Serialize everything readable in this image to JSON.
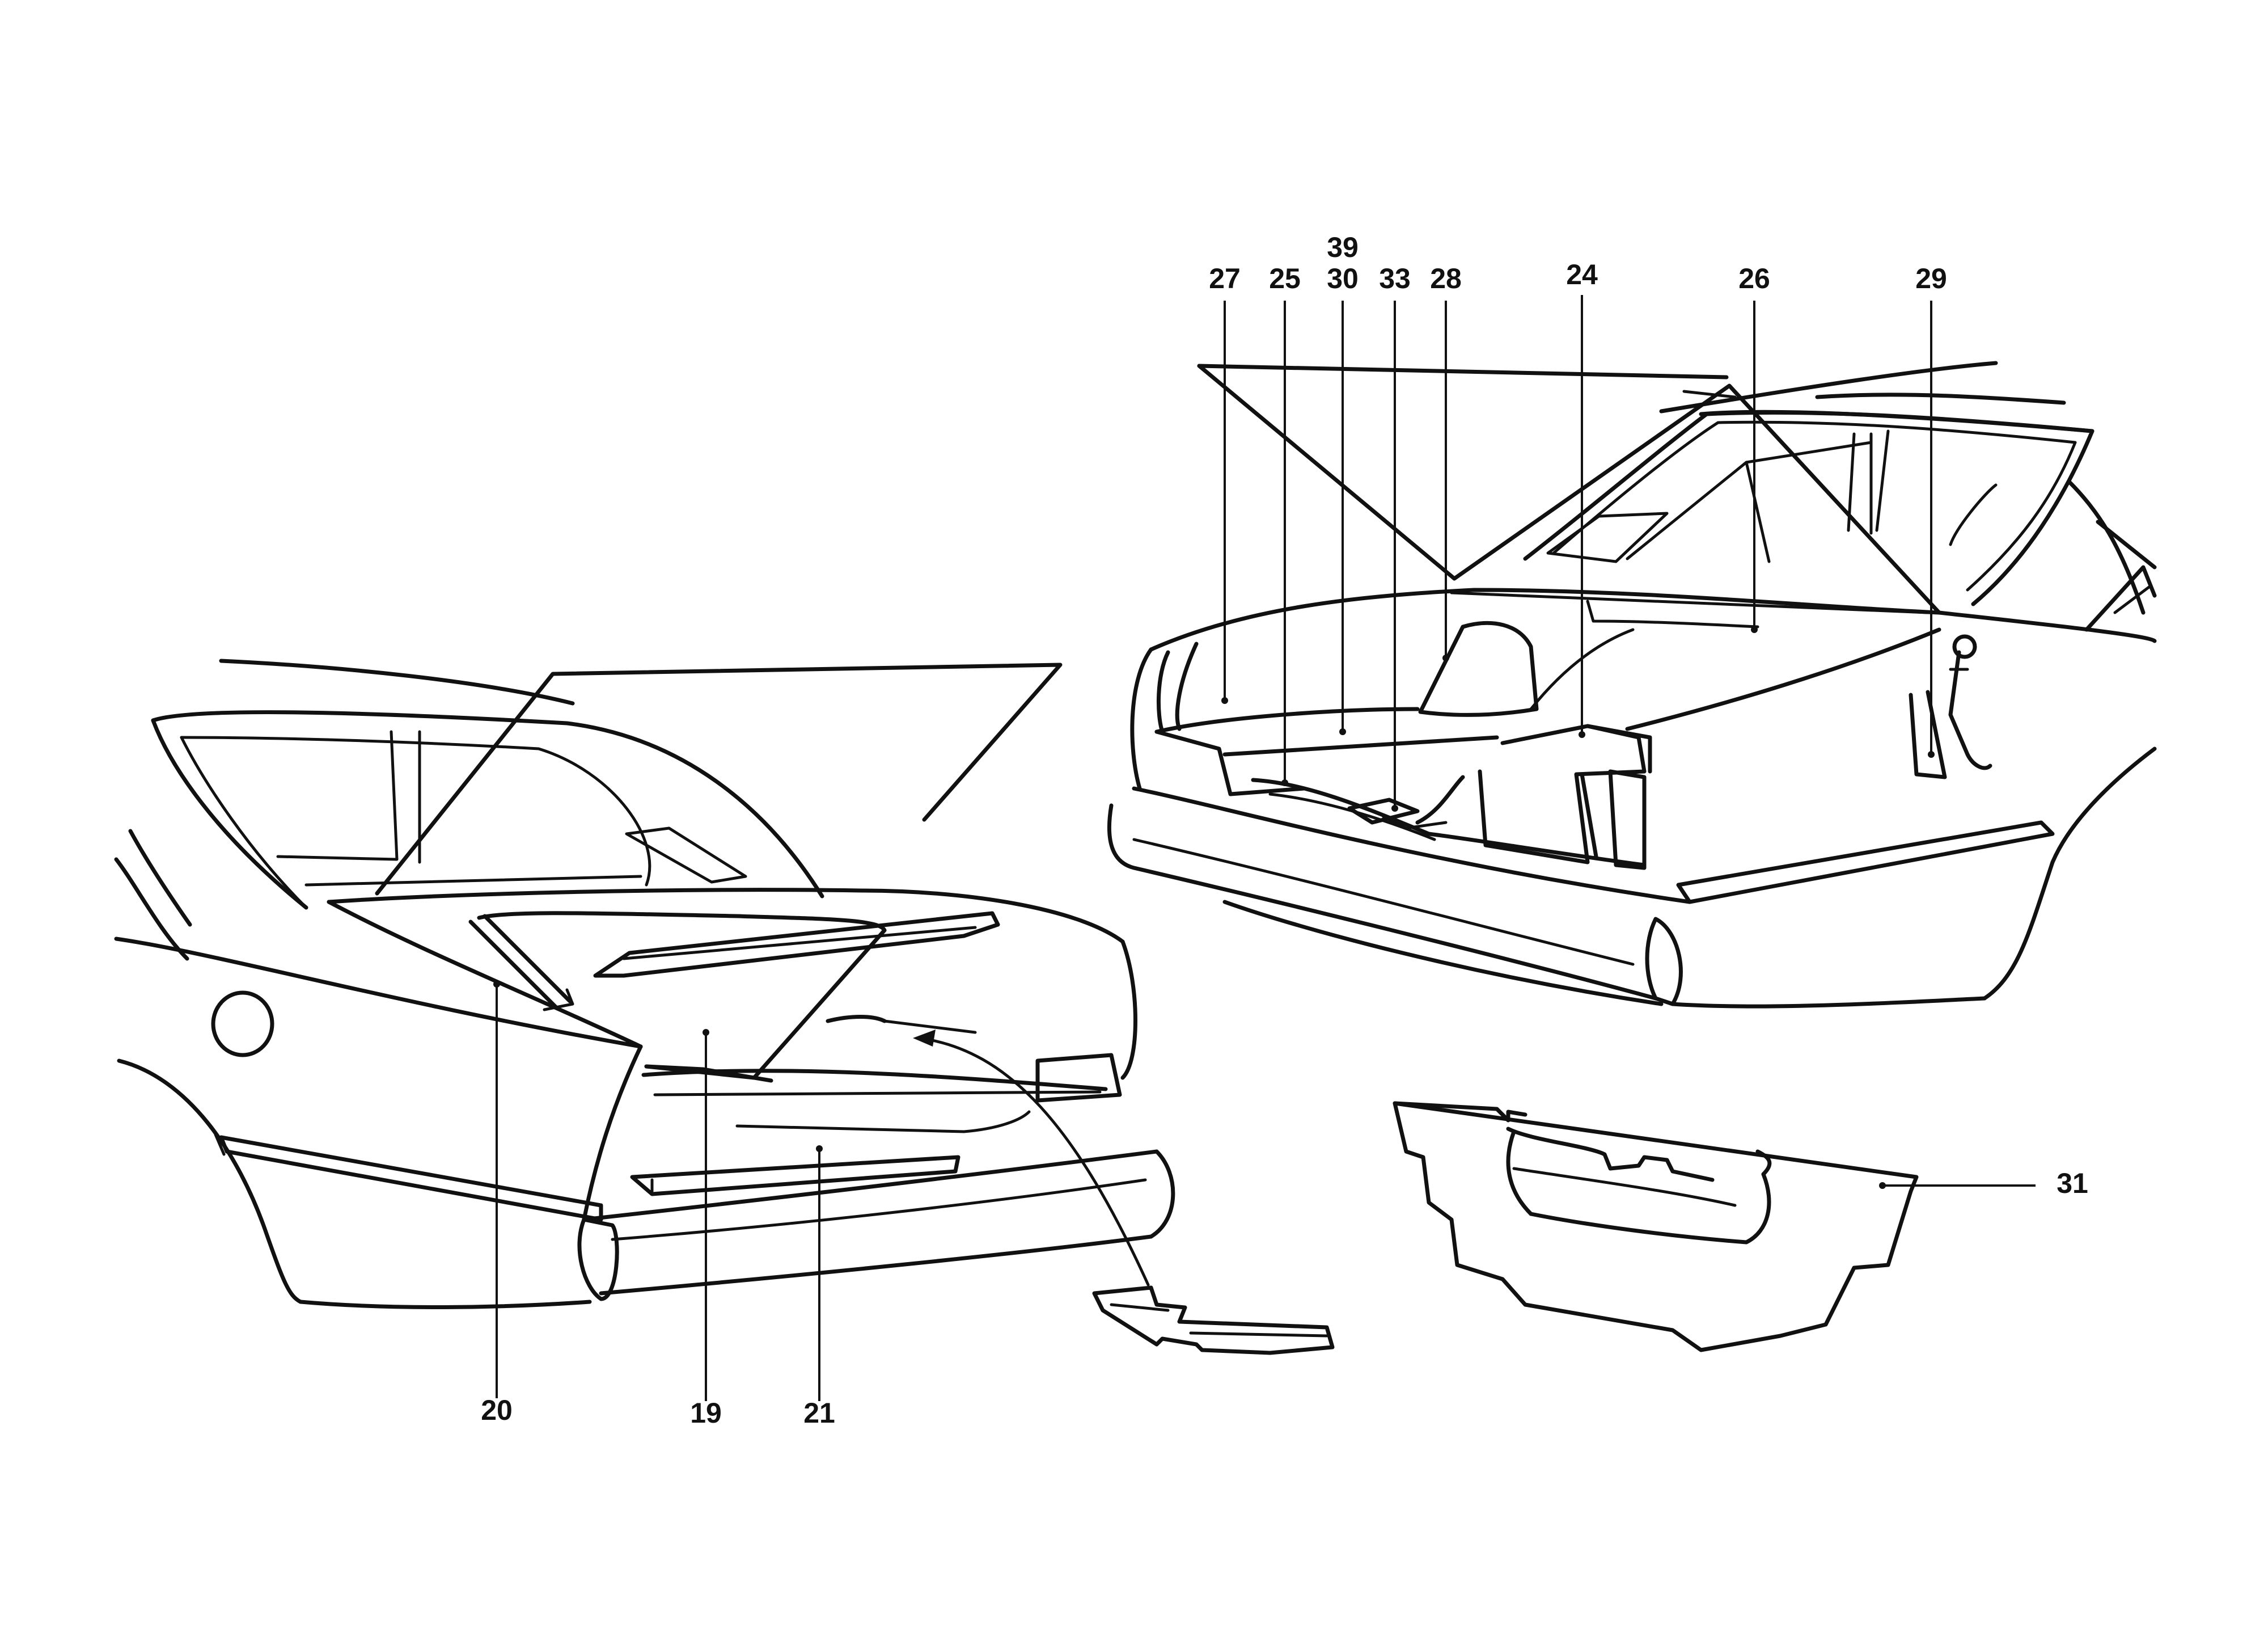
{
  "callouts": {
    "c19": "19",
    "c20": "20",
    "c21": "21",
    "c24": "24",
    "c25": "25",
    "c26": "26",
    "c27": "27",
    "c28": "28",
    "c29": "29",
    "c30": "30",
    "c31": "31",
    "c33": "33",
    "c39": "39"
  }
}
